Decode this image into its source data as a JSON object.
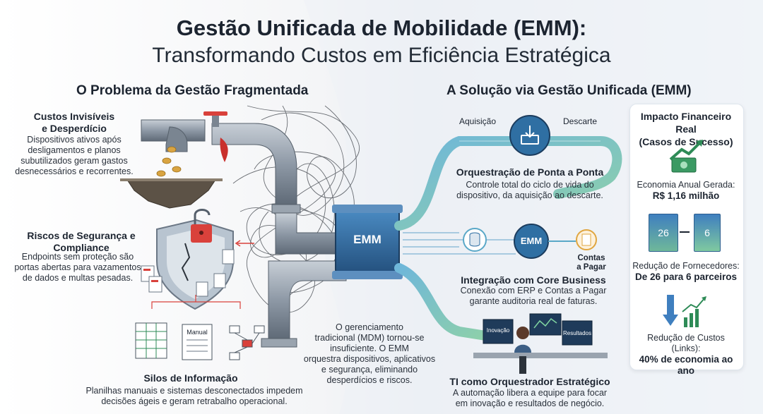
{
  "header": {
    "title": "Gestão Unificada de Mobilidade (EMM):",
    "subtitle": "Transformando Custos em Eficiência Estratégica"
  },
  "left": {
    "heading": "O Problema da Gestão Fragmentada",
    "costs": {
      "title_l1": "Custos Invisíveis",
      "title_l2": "e Desperdício",
      "text": [
        "Dispositivos ativos após",
        "desligamentos e planos",
        "subutilizados geram gastos",
        "desnecessários e recorrentes."
      ]
    },
    "risks": {
      "title_l1": "Riscos de Segurança e",
      "title_l2": "Compliance",
      "text": [
        "Endpoints sem proteção são",
        "portas abertas para vazamentos",
        "de dados e multas pesadas."
      ]
    },
    "silos": {
      "title": "Silos de Informação",
      "text": [
        "Planilhas manuais e sistemas desconectados impedem",
        "decisões ágeis e geram retrabalho operacional."
      ],
      "manual_label": "Manual"
    }
  },
  "center": {
    "hub_label": "EMM",
    "note": [
      "O gerenciamento",
      "tradicional (MDM) tornou-se",
      "insuficiente. O EMM",
      "orquestra dispositivos, aplicativos",
      "e segurança, eliminando",
      "desperdícios e riscos."
    ]
  },
  "right": {
    "heading": "A Solução via Gestão Unificada (EMM)",
    "acquisition": "Aquisição",
    "disposal": "Descarte",
    "orchestration": {
      "title": "Orquestração de Ponta a Ponta",
      "text": [
        "Controle total do ciclo de vida do",
        "dispositivo, da aquisição ao descarte."
      ]
    },
    "integration": {
      "hub_label": "EMM",
      "payables_l1": "Contas",
      "payables_l2": "a Pagar",
      "title": "Integração com Core Business",
      "text": [
        "Conexão com ERP e Contas a Pagar",
        "garante auditoria real de faturas."
      ]
    },
    "it": {
      "screen1": "Inovação",
      "screen2": "Resultados",
      "title": "TI como Orquestrador Estratégico",
      "text": [
        "A automação libera a equipe para focar",
        "em inovação e resultados de negócio."
      ]
    }
  },
  "impact": {
    "title_l1": "Impacto Financeiro Real",
    "title_l2": "(Casos de Sucesso)",
    "savings_label": "Economia Anual Gerada:",
    "savings_value": "R$ 1,16 milhão",
    "suppliers_from": "26",
    "suppliers_to": "6",
    "suppliers_label": "Redução de Fornecedores:",
    "suppliers_value": "De 26 para 6 parceiros",
    "links_label_l1": "Redução de Custos",
    "links_label_l2": "(Links):",
    "links_value": "40% de economia ao ano"
  },
  "colors": {
    "pipe_gray": "#8e99a6",
    "pipe_blue": "#5aa8c8",
    "pipe_green": "#7cc59a",
    "hub_blue": "#2f6fa3",
    "alert_red": "#d9413b",
    "money_green": "#2e8b57"
  }
}
